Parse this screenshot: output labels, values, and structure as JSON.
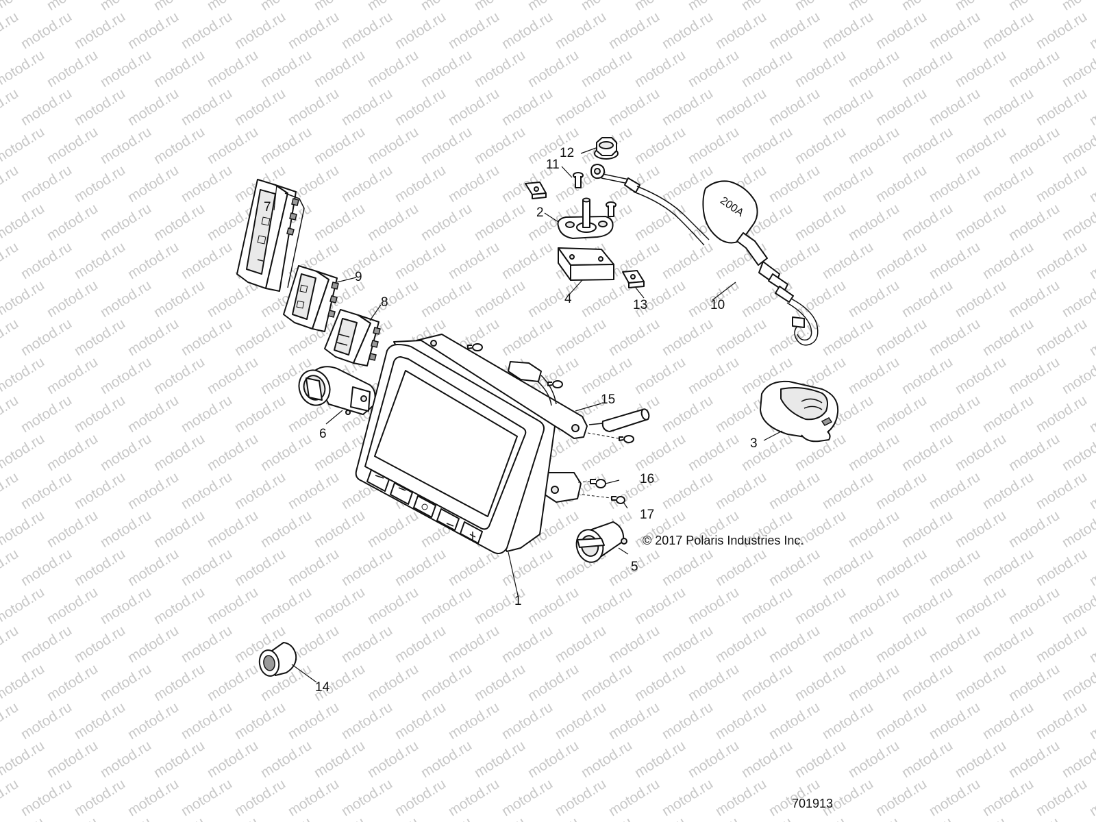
{
  "watermark_text": "motod.ru",
  "copyright": "© 2017 Polaris Industries Inc.",
  "diagram_id": "701913",
  "callouts": [
    {
      "id": "1",
      "label": "1"
    },
    {
      "id": "2",
      "label": "2"
    },
    {
      "id": "3",
      "label": "3"
    },
    {
      "id": "4",
      "label": "4"
    },
    {
      "id": "5",
      "label": "5"
    },
    {
      "id": "6",
      "label": "6"
    },
    {
      "id": "7",
      "label": "7"
    },
    {
      "id": "8",
      "label": "8"
    },
    {
      "id": "9",
      "label": "9"
    },
    {
      "id": "10",
      "label": "10"
    },
    {
      "id": "11",
      "label": "11"
    },
    {
      "id": "12",
      "label": "12"
    },
    {
      "id": "13",
      "label": "13"
    },
    {
      "id": "14",
      "label": "14"
    },
    {
      "id": "15",
      "label": "15"
    },
    {
      "id": "16",
      "label": "16"
    },
    {
      "id": "17",
      "label": "17"
    }
  ],
  "fuse_rating": "200A"
}
